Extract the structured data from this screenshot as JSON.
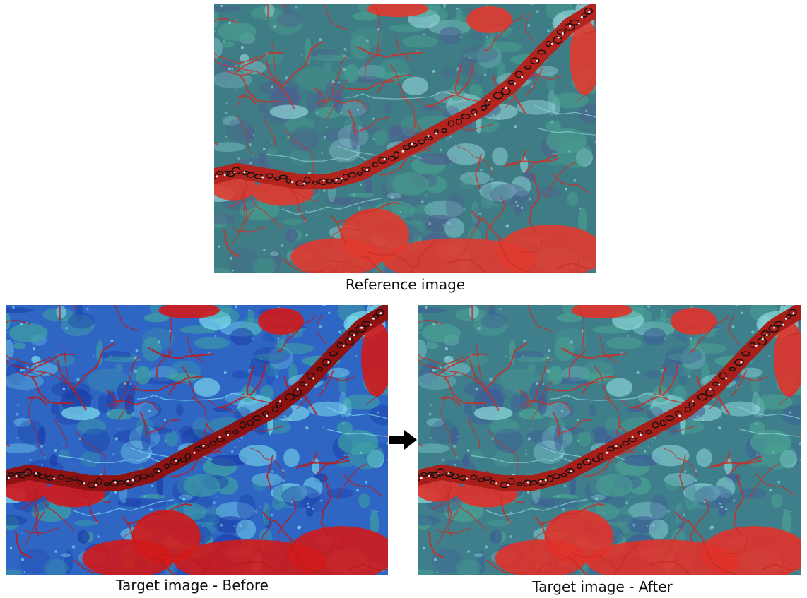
{
  "captions": {
    "reference": "Reference image",
    "before": "Target image - Before",
    "after": "Target image - After"
  },
  "palettes": {
    "reference": {
      "base": "#3f7d86",
      "patch_a": "#48a08f",
      "patch_b": "#4d5f8f",
      "patch_c": "#8fd2d6",
      "river": "#b3241f",
      "red_area": "#e03a2e",
      "stream": "#c8332c"
    },
    "before": {
      "base": "#2f66c4",
      "patch_a": "#3fa6a0",
      "patch_b": "#1b3ca8",
      "patch_c": "#7fe1ee",
      "river": "#8e1212",
      "red_area": "#d11a1a",
      "stream": "#b81c1c"
    },
    "after": {
      "base": "#3f7f8c",
      "patch_a": "#4aa493",
      "patch_b": "#3d5b96",
      "patch_c": "#8edbdc",
      "river": "#a81f1a",
      "red_area": "#e0322a",
      "stream": "#c42f28"
    }
  },
  "arrow_color": "#000000"
}
